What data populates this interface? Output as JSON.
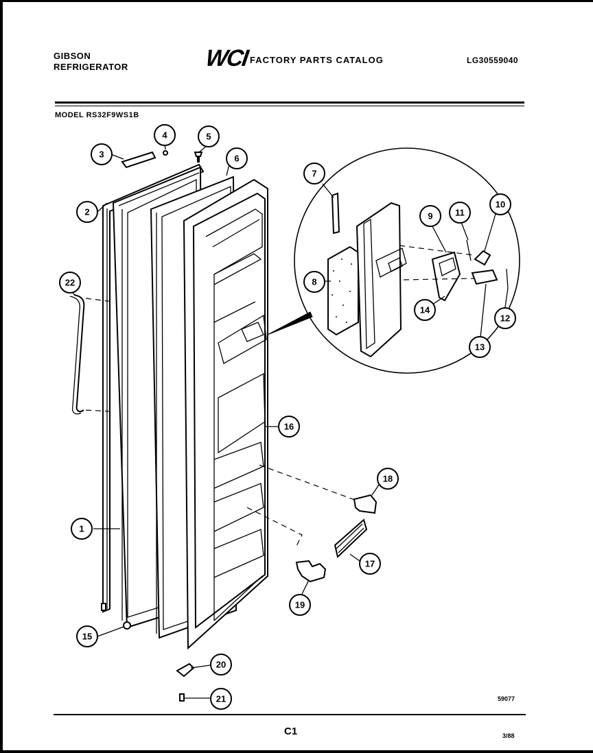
{
  "header": {
    "brand_line1": "GIBSON",
    "brand_line2": "REFRIGERATOR",
    "logo": "WCI",
    "catalog_title": "FACTORY PARTS CATALOG",
    "catalog_code": "LG30559040"
  },
  "model": "MODEL RS32F9WS1B",
  "callouts": [
    {
      "id": "c1",
      "label": "1"
    },
    {
      "id": "c2",
      "label": "2"
    },
    {
      "id": "c3",
      "label": "3"
    },
    {
      "id": "c4",
      "label": "4"
    },
    {
      "id": "c5",
      "label": "5"
    },
    {
      "id": "c6",
      "label": "6"
    },
    {
      "id": "c7",
      "label": "7"
    },
    {
      "id": "c8",
      "label": "8"
    },
    {
      "id": "c9",
      "label": "9"
    },
    {
      "id": "c10",
      "label": "10"
    },
    {
      "id": "c11",
      "label": "11"
    },
    {
      "id": "c12",
      "label": "12"
    },
    {
      "id": "c13",
      "label": "13"
    },
    {
      "id": "c14",
      "label": "14"
    },
    {
      "id": "c15",
      "label": "15"
    },
    {
      "id": "c16",
      "label": "16"
    },
    {
      "id": "c17",
      "label": "17"
    },
    {
      "id": "c18",
      "label": "18"
    },
    {
      "id": "c19",
      "label": "19"
    },
    {
      "id": "c20",
      "label": "20"
    },
    {
      "id": "c21",
      "label": "21"
    },
    {
      "id": "c22",
      "label": "22"
    }
  ],
  "footer": {
    "drawing_code": "59077",
    "page": "C1",
    "date": "3/88"
  }
}
